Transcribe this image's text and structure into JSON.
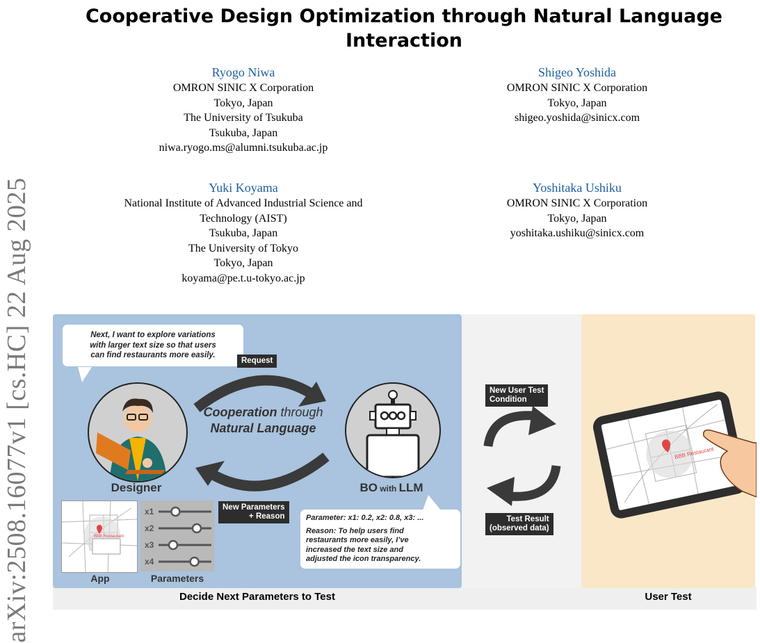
{
  "arxiv_stamp": "arXiv:2508.16077v1  [cs.HC]  22 Aug 2025",
  "title_line1": "Cooperative Design Optimization through Natural Language",
  "title_line2": "Interaction",
  "authors": [
    {
      "name": "Ryogo Niwa",
      "lines": [
        "OMRON SINIC X Corporation",
        "Tokyo, Japan",
        "The University of Tsukuba",
        "Tsukuba, Japan",
        "niwa.ryogo.ms@alumni.tsukuba.ac.jp"
      ]
    },
    {
      "name": "Shigeo Yoshida",
      "lines": [
        "OMRON SINIC X Corporation",
        "Tokyo, Japan",
        "shigeo.yoshida@sinicx.com"
      ]
    },
    {
      "name": "Yuki Koyama",
      "lines": [
        "National Institute of Advanced Industrial Science and",
        "Technology (AIST)",
        "Tsukuba, Japan",
        "The University of Tokyo",
        "Tokyo, Japan",
        "koyama@pe.t.u-tokyo.ac.jp"
      ]
    },
    {
      "name": "Yoshitaka Ushiku",
      "lines": [
        "OMRON SINIC X Corporation",
        "Tokyo, Japan",
        "yoshitaka.ushiku@sinicx.com"
      ]
    }
  ],
  "figure": {
    "designer_bubble": [
      "Next, I want to explore variations",
      "with larger text size so that users",
      "can find restaurants more easily."
    ],
    "request_tag": "Request",
    "cooperation_bold": "Cooperation",
    "cooperation_rest": " through",
    "natural_language": "Natural Language",
    "designer_label": "Designer",
    "bo_label_bo": "BO",
    "bo_label_with": " with ",
    "bo_label_llm": "LLM",
    "new_params_tag": [
      "New Parameters",
      "+ Reason"
    ],
    "llm_param": "Parameter: x1: 0.2, x2: 0.8, x3: ...",
    "llm_reason": [
      "Reason: To help users find",
      "restaurants more easily, I’ve",
      "increased the text size and",
      "adjusted the icon transparency."
    ],
    "app_label": "App",
    "parameters_label": "Parameters",
    "sliders": [
      "x1",
      "x2",
      "x3",
      "x4"
    ],
    "slider_values": [
      0.3,
      0.75,
      0.25,
      0.7
    ],
    "restaurant_map_label": "BBB Restaurant",
    "new_test_tag": [
      "New User Test",
      "Condition"
    ],
    "test_result_tag": [
      "Test Result",
      "(observed data)"
    ],
    "caption_left": "Decide Next Parameters to Test",
    "caption_right": "User Test",
    "colors": {
      "left_panel": "#aac3de",
      "right_panel": "#fae7c8",
      "accent_orange": "#e07a1f",
      "shirt": "#f4b400",
      "jacket": "#1f6f6f",
      "tag": "#2d2d2d",
      "pin": "#e04545"
    }
  }
}
